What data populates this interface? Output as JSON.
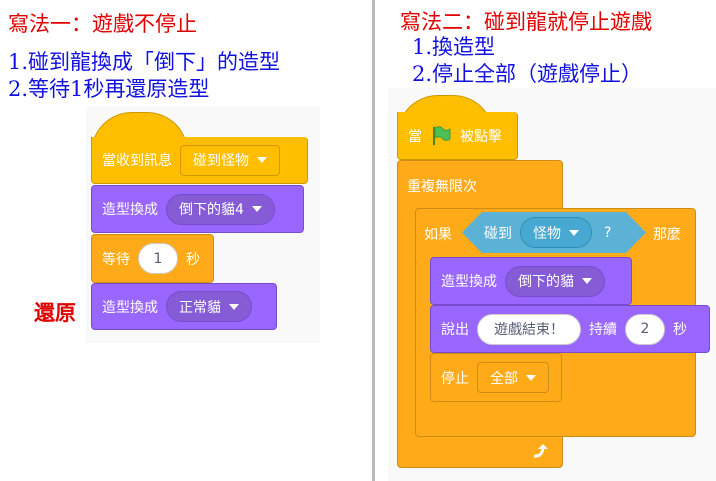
{
  "left": {
    "title": "寫法一：遊戲不停止",
    "notes": [
      "1.碰到龍換成「倒下」的造型",
      "2.等待1秒再還原造型"
    ],
    "annotation": "還原",
    "blocks": {
      "hat_label": "當收到訊息",
      "hat_dropdown": "碰到怪物",
      "costume1_label": "造型換成",
      "costume1_value": "倒下的貓4",
      "wait_label": "等待",
      "wait_value": "1",
      "wait_unit": "秒",
      "costume2_label": "造型換成",
      "costume2_value": "正常貓"
    }
  },
  "right": {
    "title": "寫法二：碰到龍就停止遊戲",
    "notes": [
      "1.換造型",
      "2.停止全部（遊戲停止）"
    ],
    "blocks": {
      "hat_prefix": "當",
      "hat_suffix": "被點擊",
      "forever_label": "重複無限次",
      "if_label": "如果",
      "then_label": "那麼",
      "touching_label": "碰到",
      "touching_value": "怪物",
      "touching_q": "?",
      "costume_label": "造型換成",
      "costume_value": "倒下的貓",
      "say_label": "說出",
      "say_value": "遊戲結束！",
      "say_for": "持續",
      "say_secs": "2",
      "say_unit": "秒",
      "stop_label": "停止",
      "stop_value": "全部"
    }
  },
  "colors": {
    "events": "#FFBF00",
    "looks": "#9966FF",
    "control": "#FFAB19",
    "sensing": "#5CB1D6"
  }
}
